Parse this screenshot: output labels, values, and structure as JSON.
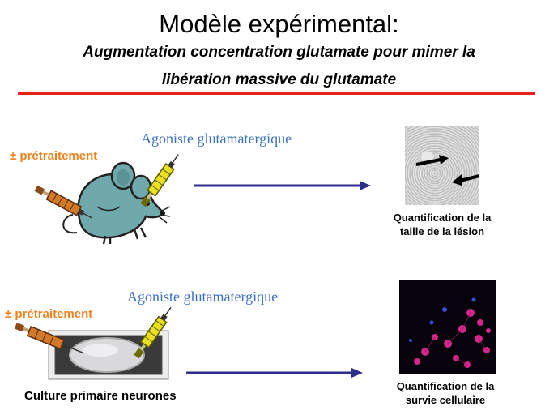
{
  "header": {
    "title": "Modèle expérimental:",
    "subtitle_line1": "Augmentation concentration glutamate pour mimer la",
    "subtitle_line2": "libération massive du glutamate"
  },
  "in_vivo": {
    "pretreatment_label": "± prétraitement",
    "agonist_label": "Agoniste glutamatergique",
    "result_caption_line1": "Quantification de la",
    "result_caption_line2": "taille de la lésion"
  },
  "in_vitro": {
    "pretreatment_label": "± prétraitement",
    "agonist_label": "Agoniste glutamatergique",
    "culture_label": "Culture primaire neurones",
    "result_caption_line1": "Quantification de la",
    "result_caption_line2": "survie cellulaire"
  },
  "colors": {
    "accent_red": "#e8201c",
    "pretreatment_orange": "#f0821e",
    "agonist_blue": "#3b6fc0",
    "arrow_navy": "#2e2e8c",
    "mouse_teal": "#6fa9ac"
  }
}
